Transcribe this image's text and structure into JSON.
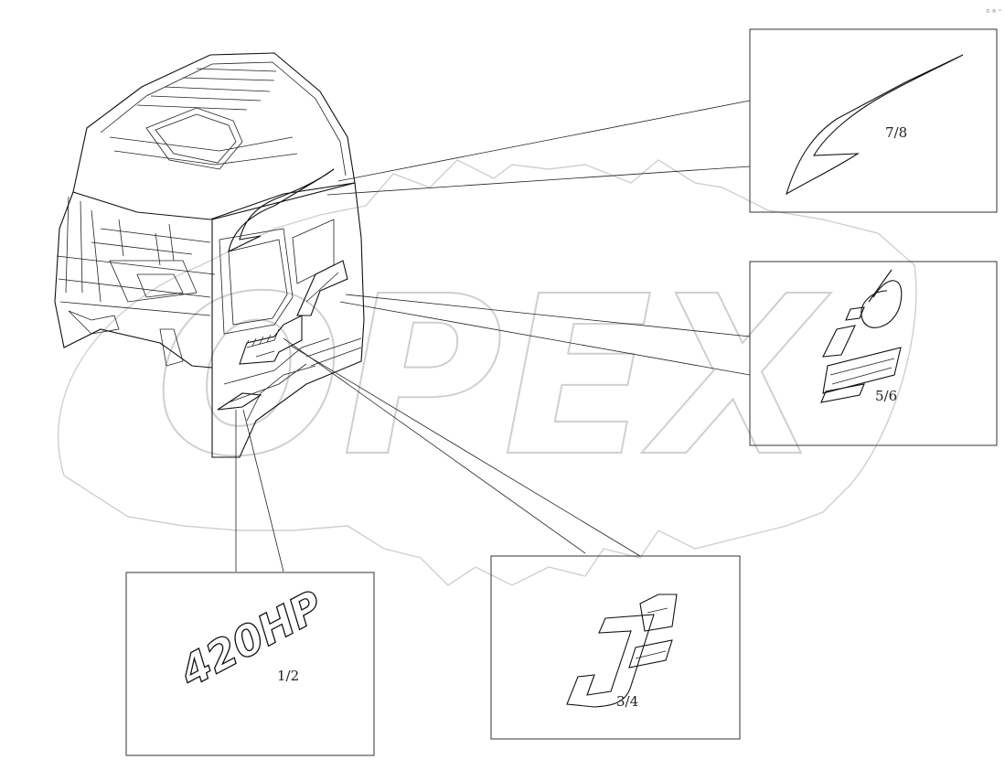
{
  "watermark": {
    "text": "OPEX"
  },
  "corner_mark": "© ® ™",
  "callouts": [
    {
      "id": "decal-420hp",
      "label": "1/2",
      "emblem_text": "420HP"
    },
    {
      "id": "decal-jh6",
      "label": "3/4",
      "emblem_text": "J"
    },
    {
      "id": "decal-i6",
      "label": "5/6",
      "emblem_text": "i6"
    },
    {
      "id": "decal-swoosh",
      "label": "7/8"
    }
  ]
}
